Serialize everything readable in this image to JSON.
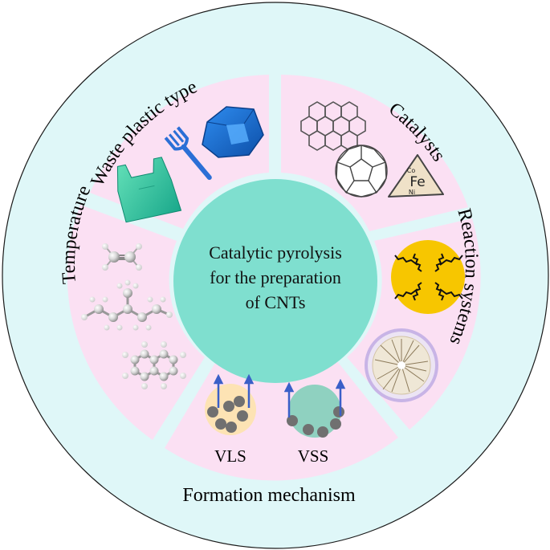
{
  "center": {
    "line1": "Catalytic pyrolysis",
    "line2": "for the preparation",
    "line3": "of CNTs"
  },
  "segments": {
    "waste_plastic_type": "Waste plastic type",
    "catalysts": "Catalysts",
    "reaction_systems": "Reaction systems",
    "formation_mechanism": "Formation mechanism",
    "temperature": "Temperature"
  },
  "mechanisms": {
    "vls": "VLS",
    "vss": "VSS"
  },
  "catalyst_elements": {
    "primary": "Fe",
    "secondary_top": "Co",
    "secondary_bottom": "Ni"
  },
  "colors": {
    "outer_ring": "#dff7f8",
    "wedge": "#fbe0f3",
    "center": "#7fdfcf",
    "arrow": "#3a5fc8",
    "particle": "#707070",
    "vls_droplet": "#fde3b4",
    "vss_droplet": "#8fd1c0",
    "reactor_yellow": "#f7c600",
    "reactor_ring": "#c8b4e6"
  }
}
